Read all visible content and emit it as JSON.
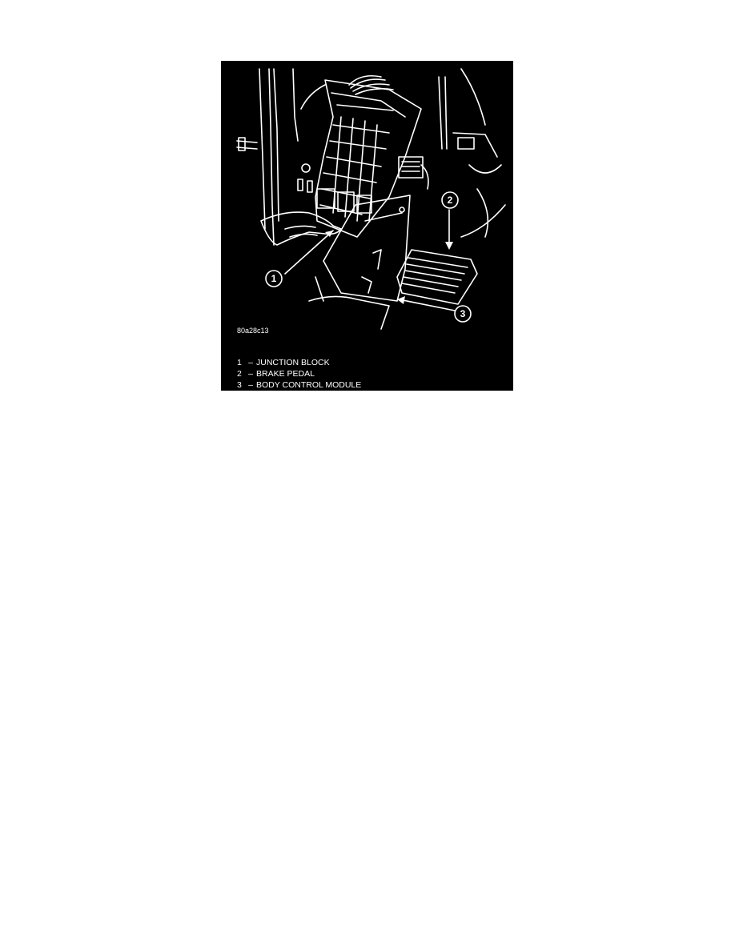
{
  "figure": {
    "code": "80a28c13",
    "callouts": [
      "1",
      "2",
      "3"
    ],
    "legend": [
      {
        "num": "1",
        "sep": "–",
        "label": "JUNCTION BLOCK"
      },
      {
        "num": "2",
        "sep": "–",
        "label": "BRAKE PEDAL"
      },
      {
        "num": "3",
        "sep": "–",
        "label": "BODY CONTROL MODULE"
      }
    ],
    "colors": {
      "background": "#000000",
      "lines": "#ffffff",
      "page": "#ffffff"
    }
  }
}
